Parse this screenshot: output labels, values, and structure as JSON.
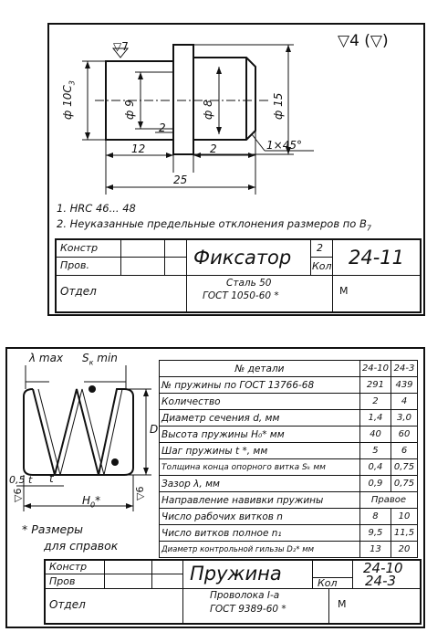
{
  "sheet1": {
    "roughness_corner": "▽4 (▽)",
    "roughness_mark": "▽7",
    "dims": {
      "d10c3": "ф 10С",
      "d10c3_sub": "3",
      "d9": "ф 9",
      "d8": "ф 8",
      "d15": "ф 15",
      "l2a": "2",
      "l12": "12",
      "l2b": "2",
      "chamfer": "1×45°",
      "l25": "25"
    },
    "notes": [
      "1. HRC 46... 48",
      "2. Неуказанные предельные отклонения размеров по В"
    ],
    "note2_sub": "7",
    "titleblock": {
      "role1": "Констр",
      "role2": "Пров.",
      "role3": "Отдел",
      "name": "Фиксатор",
      "qty": "2",
      "qty_label": "Кол",
      "code": "24-11",
      "material1": "Сталь 50",
      "material2": "ГОСТ 1050-60 *",
      "scale": "М"
    }
  },
  "sheet2": {
    "labels": {
      "lambda_max": "λ max",
      "sk_min": "S",
      "sk_sub": "к",
      "sk_min_suffix": " min",
      "half_t": "0,5 t",
      "t": "t",
      "h0": "H",
      "h0_sub": "0",
      "d": "D",
      "b6a": "▽6",
      "b6b": "▽6",
      "footnote1": "* Размеры",
      "footnote2": "для справок"
    },
    "table": {
      "header": [
        "№ детали",
        "24-10",
        "24-3"
      ],
      "rows": [
        [
          "№ пружины по ГОСТ  13766-68",
          "291",
          "439"
        ],
        [
          "Количество",
          "2",
          "4"
        ],
        [
          "Диаметр сечения  d, мм",
          "1,4",
          "3,0"
        ],
        [
          "Высота пружины  H₀* мм",
          "40",
          "60"
        ],
        [
          "Шаг пружины  t *, мм",
          "5",
          "6"
        ],
        [
          "Толщина конца опорного витка Sₖ мм",
          "0,4",
          "0,75"
        ],
        [
          "Зазор  λ, мм",
          "0,9",
          "0,75"
        ],
        [
          "Направление навивки пружины",
          "Правое",
          ""
        ],
        [
          "Число рабочих витков  n",
          "8",
          "10"
        ],
        [
          "Число витков полное  n₁",
          "9,5",
          "11,5"
        ],
        [
          "Диаметр контрольной гильзы D₂* мм",
          "13",
          "20"
        ]
      ]
    },
    "titleblock": {
      "role1": "Констр",
      "role2": "Пров",
      "role3": "Отдел",
      "name": "Пружина",
      "qty_label": "Кол",
      "code1": "24-10",
      "code2": "24-3",
      "material1": "Проволока I-a",
      "material2": "ГОСТ 9389-60 *",
      "scale": "М"
    }
  }
}
